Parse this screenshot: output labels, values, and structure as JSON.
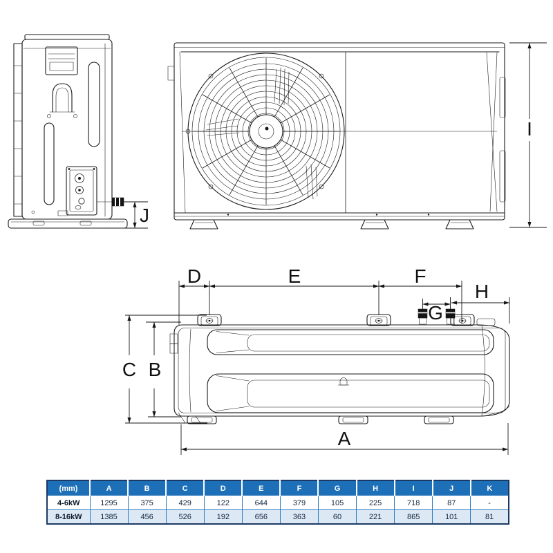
{
  "drawing": {
    "labels": {
      "A": "A",
      "B": "B",
      "C": "C",
      "D": "D",
      "E": "E",
      "F": "F",
      "G": "G",
      "H": "H",
      "I": "I",
      "J": "J"
    },
    "line_color": "#1a1a1a"
  },
  "table": {
    "unit_header": "(mm)",
    "columns": [
      "A",
      "B",
      "C",
      "D",
      "E",
      "F",
      "G",
      "H",
      "I",
      "J",
      "K"
    ],
    "rows": [
      {
        "label": "4-6kW",
        "values": [
          "1295",
          "375",
          "429",
          "122",
          "644",
          "379",
          "105",
          "225",
          "718",
          "87",
          "-"
        ]
      },
      {
        "label": "8-16kW",
        "values": [
          "1385",
          "456",
          "526",
          "192",
          "656",
          "363",
          "60",
          "221",
          "865",
          "101",
          "81"
        ]
      }
    ],
    "colors": {
      "header_bg": "#1d6fb8",
      "header_text": "#ffffff",
      "alt_row_bg": "#dce8f4",
      "border_outer": "#1b3a63",
      "border_inner": "#2d7ec0",
      "body_text": "#12263f"
    }
  }
}
